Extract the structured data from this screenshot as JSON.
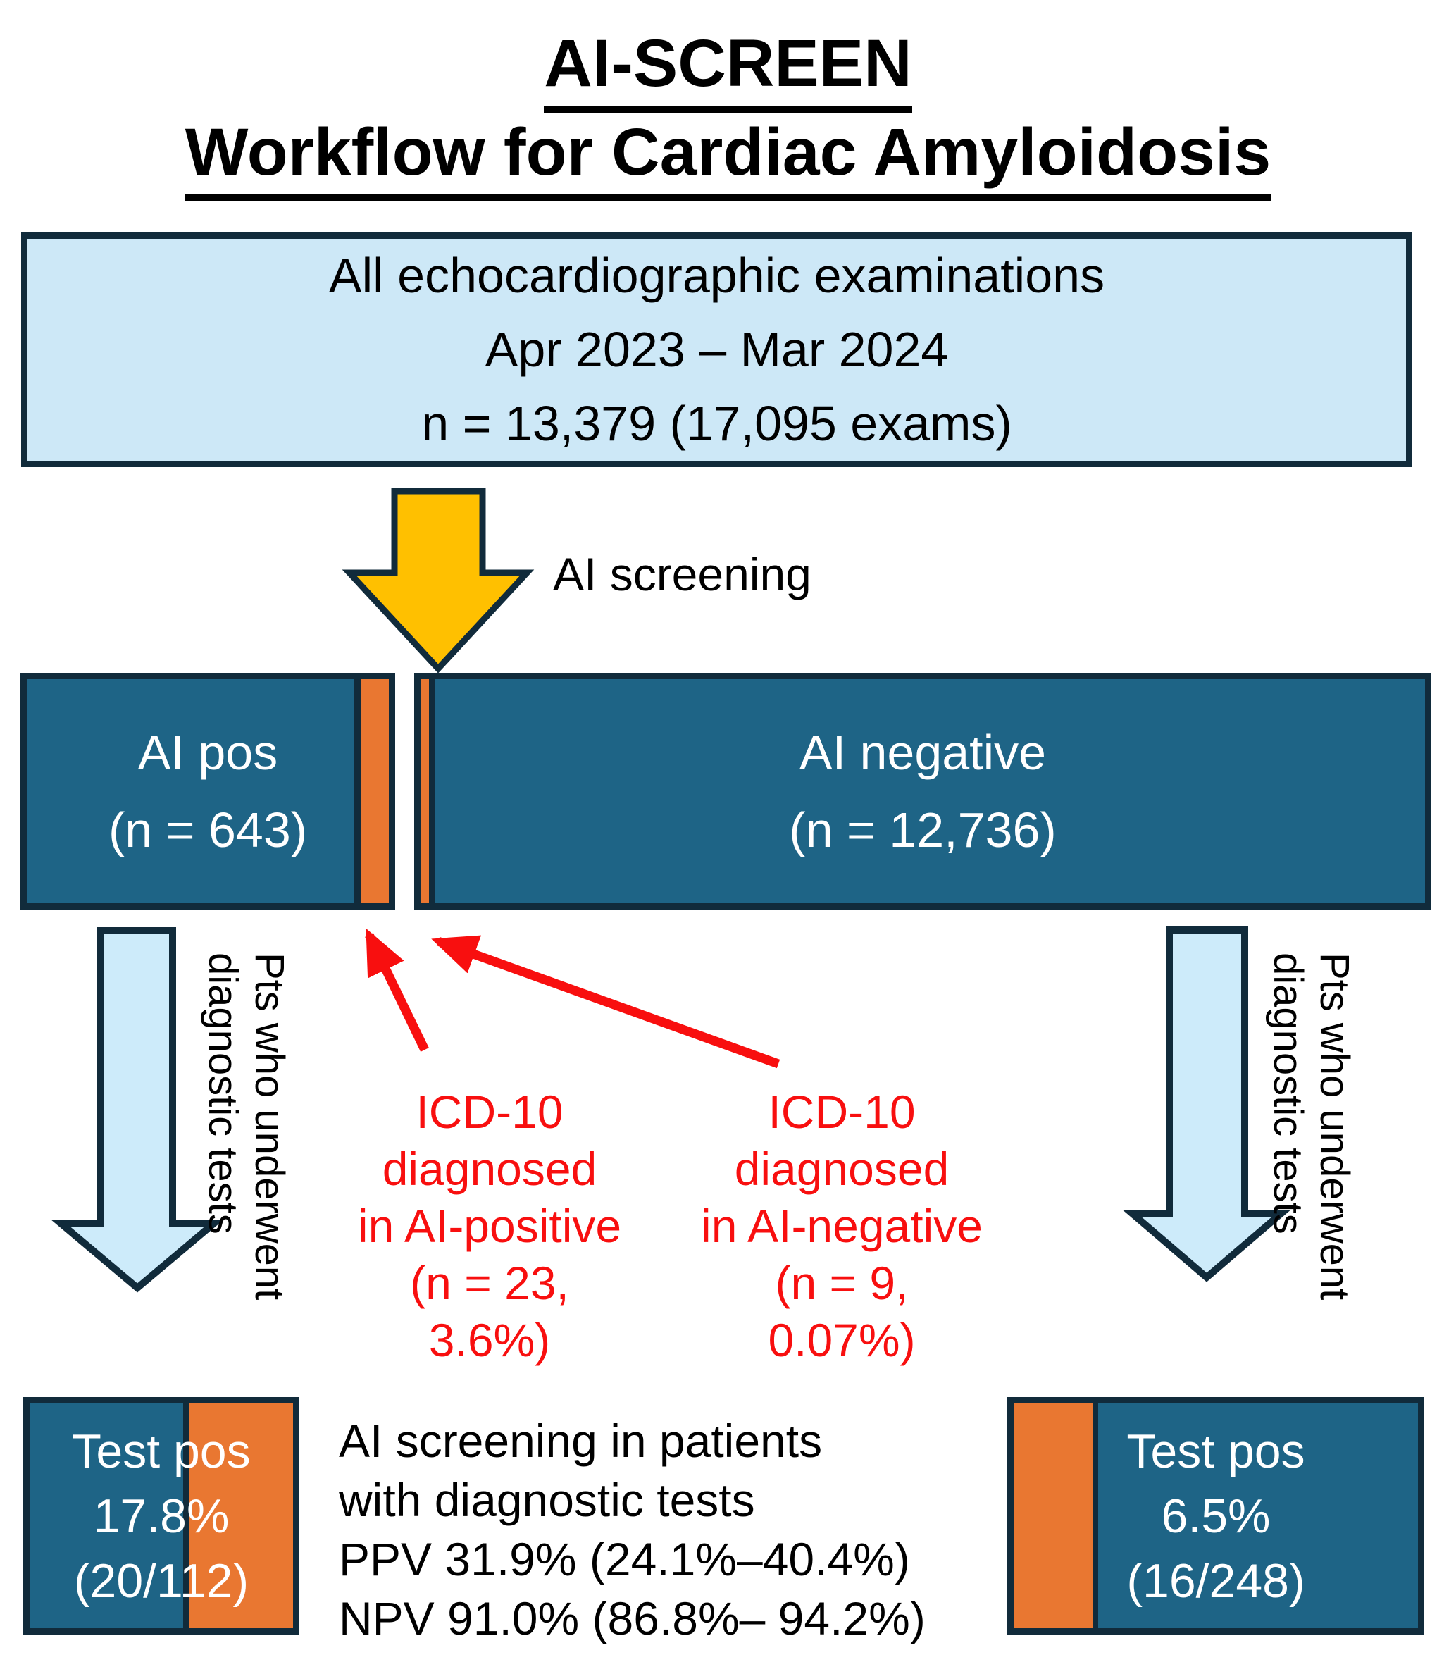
{
  "title": {
    "line1": "AI-SCREEN",
    "line2": "Workflow for Cardiac Amyloidosis"
  },
  "top_box": {
    "line1": "All echocardiographic examinations",
    "line2": "Apr 2023 – Mar 2024",
    "line3": "n = 13,379 (17,095 exams)"
  },
  "ai_screening_label": "AI screening",
  "ai_pos_box": {
    "line1": "AI pos",
    "line2": "(n = 643)"
  },
  "ai_neg_box": {
    "line1": "AI negative",
    "line2": "(n = 12,736)"
  },
  "icd_pos_note": {
    "line1": "ICD-10",
    "line2": "diagnosed",
    "line3": "in AI-positive",
    "line4": "(n = 23,",
    "line5": "3.6%)"
  },
  "icd_neg_note": {
    "line1": "ICD-10",
    "line2": "diagnosed",
    "line3": "in AI-negative",
    "line4": "(n = 9,",
    "line5": "0.07%)"
  },
  "left_flow_label": {
    "line1": "Pts who underwent",
    "line2": "diagnostic tests"
  },
  "right_flow_label": {
    "line1": "Pts who underwent",
    "line2": "diagnostic tests"
  },
  "test_pos_left_box": {
    "line1": "Test pos",
    "line2": "17.8%",
    "line3": "(20/112)"
  },
  "summary": {
    "line1": "AI screening in patients",
    "line2": "with diagnostic tests",
    "line3": "PPV 31.9% (24.1%–40.4%)",
    "line4": "NPV 91.0% (86.8%– 94.2%)"
  },
  "test_pos_right_box": {
    "line1": "Test pos",
    "line2": "6.5%",
    "line3": "(16/248)"
  },
  "colors": {
    "teal": "#1E6486",
    "orange": "#E97731",
    "navy_border": "#112B3B",
    "light_blue": "#CDE8F7",
    "arrow_blue": "#CDEBFA",
    "arrow_yellow": "#FFC000",
    "annotation_red": "#F80F0F"
  }
}
